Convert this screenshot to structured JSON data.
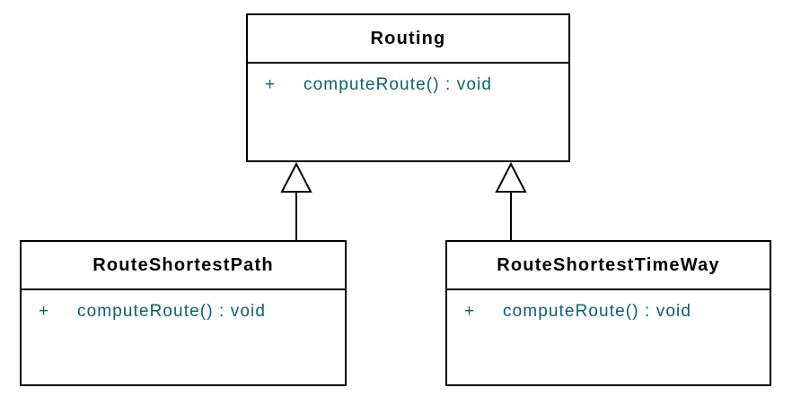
{
  "diagram": {
    "type": "uml-class-diagram",
    "background_color": "#ffffff",
    "border_color": "#000000",
    "class_name_color": "#000000",
    "method_text_color": "#0e5f6b",
    "classes": [
      {
        "name": "Routing",
        "methods": [
          {
            "visibility": "+",
            "signature": "computeRoute() : void"
          }
        ]
      },
      {
        "name": "RouteShortestPath",
        "methods": [
          {
            "visibility": "+",
            "signature": "computeRoute() : void"
          }
        ]
      },
      {
        "name": "RouteShortestTimeWay",
        "methods": [
          {
            "visibility": "+",
            "signature": "computeRoute() : void"
          }
        ]
      }
    ],
    "relations": [
      {
        "type": "generalization",
        "from": "RouteShortestPath",
        "to": "Routing"
      },
      {
        "type": "generalization",
        "from": "RouteShortestTimeWay",
        "to": "Routing"
      }
    ]
  }
}
